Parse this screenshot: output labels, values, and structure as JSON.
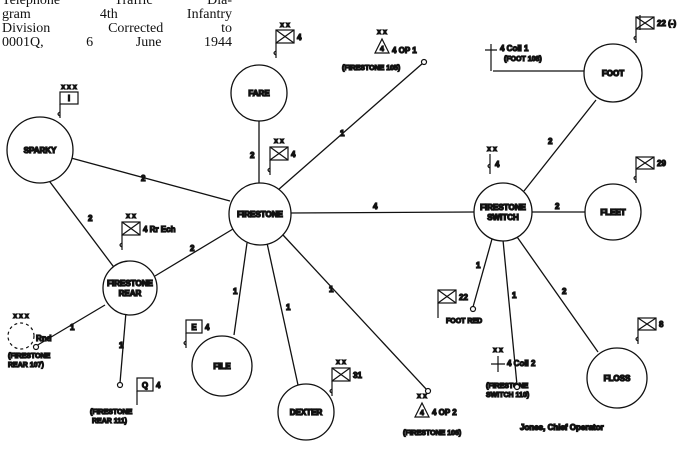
{
  "caption": [
    "Telephone Traffic Dia-",
    "gram 4th Infantry",
    "Division Corrected to",
    "0001Q, 6 June 1944"
  ],
  "nodes": {
    "sparky": "SPARKY",
    "fare": "FARE",
    "firestone": "FIRESTONE",
    "firestone_rear": [
      "FIRESTONE",
      "REAR"
    ],
    "firestone_switch": [
      "FIRESTONE",
      "SWITCH"
    ],
    "foot": "FOOT",
    "fleet": "FLEET",
    "floss": "FLOSS",
    "file": "FILE",
    "dexter": "DEXTER"
  },
  "links": {
    "sparky_firestone": "2",
    "sparky_rear": "2",
    "fare_firestone": "2",
    "rear_firestone": "2",
    "firestone_switch": "4",
    "firestone_op1": "1",
    "firestone_file": "1",
    "firestone_dexter": "1",
    "firestone_op2": "1",
    "switch_foot": "2",
    "switch_fleet": "2",
    "switch_floss": "2",
    "switch_footred": "1",
    "switch_coll2": "1",
    "rear_rnd": "1",
    "rear_q": "1"
  },
  "units": {
    "sparky_flag": "I",
    "sparky_flag_top": "x x x",
    "fare_flag": "4",
    "fare_flag_top": "x x",
    "firestone_flag": "4",
    "firestone_flag_top": "x x",
    "rear_flag": "4 Rr Ech",
    "rear_flag_top": "x x",
    "op1": "4 OP 1",
    "op1_top": "x x",
    "op1_station": "(FIRESTONE 105)",
    "coll1": [
      "4 Coll 1",
      "(FOOT 108)"
    ],
    "foot_flag": "22 (-)",
    "switch_flag": "4",
    "switch_flag_top": "x x",
    "fleet_flag": "29",
    "footred_flag": "22",
    "footred_label": "FOOT RED",
    "coll2": "4 Coll 2",
    "coll2_top": "x x",
    "coll2_station": [
      "(FIRESTONE",
      "SWITCH 110)"
    ],
    "floss_flag": "8",
    "rnd": "Rnd",
    "rnd_top": "x x x",
    "rear107": [
      "(FIRESTONE",
      "REAR 107)"
    ],
    "q_flag": "Q",
    "q_num": "4",
    "rear111": [
      "(FIRESTONE",
      "REAR 111)"
    ],
    "e_flag": "E",
    "e_num": "4",
    "dexter_flag": "31",
    "dexter_flag_top": "x x",
    "op2": "4 OP 2",
    "op2_top": "x x",
    "op2_station": "(FIRESTONE 106)"
  },
  "signature": "Jones, Chief Operator"
}
